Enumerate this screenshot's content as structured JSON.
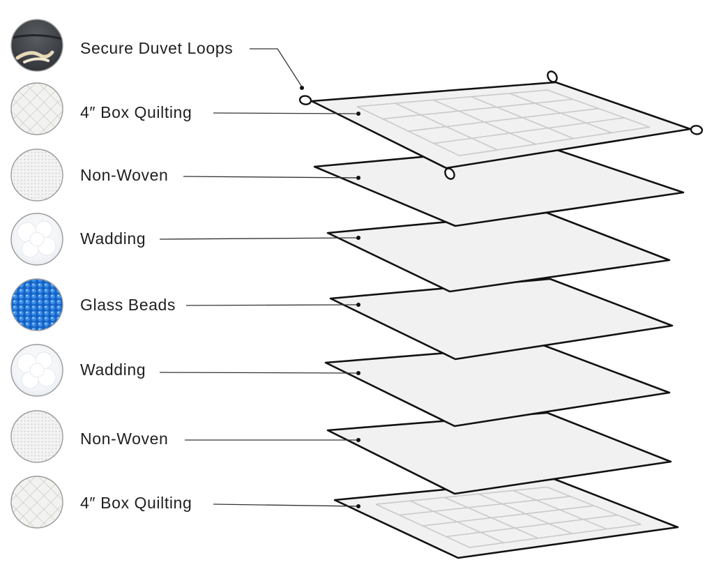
{
  "layers": [
    {
      "label": "Secure Duvet Loops",
      "swatch": "duvet-loops",
      "sheet": "none"
    },
    {
      "label": "4″ Box Quilting",
      "swatch": "box-quilting",
      "sheet": "quilted-top"
    },
    {
      "label": "Non-Woven",
      "swatch": "non-woven",
      "sheet": "plain"
    },
    {
      "label": "Wadding",
      "swatch": "wadding",
      "sheet": "plain"
    },
    {
      "label": "Glass Beads",
      "swatch": "glass-beads",
      "sheet": "plain"
    },
    {
      "label": "Wadding",
      "swatch": "wadding",
      "sheet": "plain"
    },
    {
      "label": "Non-Woven",
      "swatch": "non-woven",
      "sheet": "plain"
    },
    {
      "label": "4″ Box Quilting",
      "swatch": "box-quilting",
      "sheet": "quilted-bottom"
    }
  ],
  "colors": {
    "sheet_fill": "#f1f1f1",
    "outline": "#111111",
    "leader": "#333333",
    "quilt_stitch": "#c9c9c9",
    "bead_blue": "#1e73d8",
    "swatch_border": "#9a9a9a"
  }
}
